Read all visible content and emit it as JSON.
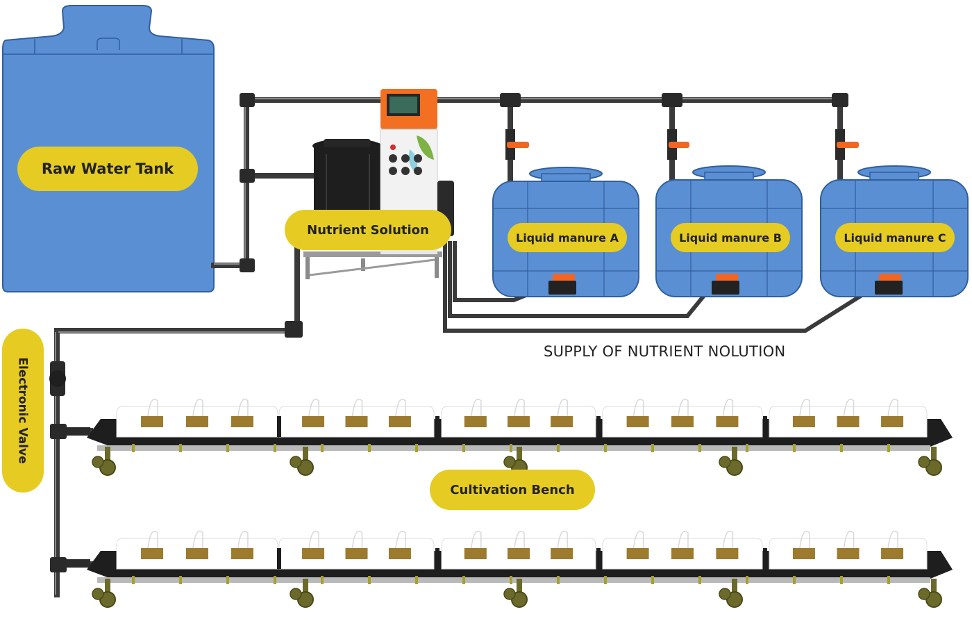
{
  "labels": {
    "raw_water_tank": "Raw Water Tank",
    "nutrient_solution": "Nutrient Solution",
    "liquid_manure_a": "Liquid manure A",
    "liquid_manure_b": "Liquid manure B",
    "liquid_manure_c": "Liquid manure C",
    "electronic_valve": "Electronic Valve",
    "cultivation_bench": "Cultivation Bench",
    "supply_caption": "SUPPLY OF NUTRIENT NOLUTION"
  },
  "colors": {
    "tank_blue": "#5b8fd4",
    "tank_edge": "#2f5f9e",
    "pipe": "#3c3c3c",
    "label_yellow": "#e6cc22",
    "valve_orange": "#f26522",
    "controller_orange": "#f36f21",
    "soil": "#9c7a2e",
    "bench_frame": "#1e1e1e",
    "wheel": "#6b6a2a"
  },
  "icons": {
    "tank": "water-tank-icon",
    "valve": "ball-valve-icon",
    "controller": "fertigation-controller-icon",
    "bench": "cultivation-bench-icon"
  }
}
